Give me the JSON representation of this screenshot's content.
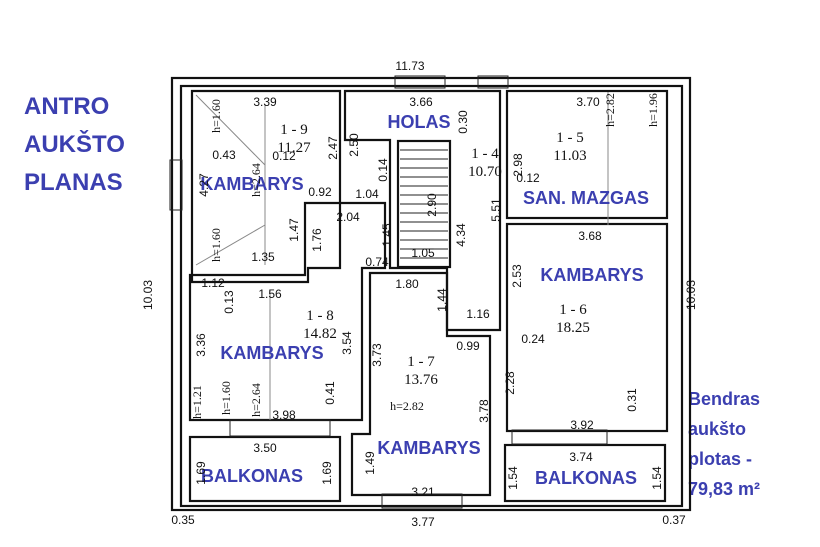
{
  "title": {
    "lines": [
      "ANTRO",
      "AUKŠTO",
      "PLANAS"
    ]
  },
  "total_area": {
    "lines": [
      "Bendras",
      "aukšto",
      "plotas -",
      "79,83 m²"
    ]
  },
  "room_names": [
    "HOLAS",
    "KAMBARYS",
    "SAN. MAZGAS",
    "KAMBARYS",
    "KAMBARYS",
    "KAMBARYS",
    "BALKONAS",
    "BALKONAS"
  ],
  "rooms": [
    {
      "id": "1 - 9",
      "area": "11.27"
    },
    {
      "id": "1 - 4",
      "area": "10.70"
    },
    {
      "id": "1 - 5",
      "area": "11.03"
    },
    {
      "id": "1 - 6",
      "area": "18.25"
    },
    {
      "id": "1 - 8",
      "area": "14.82"
    },
    {
      "id": "1 - 7",
      "area": "13.76"
    }
  ],
  "dims_h": [
    "11.73",
    "3.39",
    "3.66",
    "3.70",
    "0.43",
    "0.12",
    "0.92",
    "1.04",
    "2.04",
    "1.35",
    "1.05",
    "0.74",
    "0.12",
    "3.68",
    "1.12",
    "1.56",
    "1.80",
    "1.16",
    "0.99",
    "0.24",
    "3.98",
    "3.92",
    "3.50",
    "3.74",
    "3.21",
    "3.77",
    "0.35",
    "0.37",
    "h=2.82"
  ],
  "dims_v": [
    "h=1.60",
    "h=1.60",
    "h=2.64",
    "4.27",
    "2.47",
    "2.50",
    "0.30",
    "0.14",
    "2.90",
    "1.45",
    "4.34",
    "2.98",
    "5.51",
    "h=2.82",
    "h=1.96",
    "2.53",
    "1.76",
    "1.47",
    "0.13",
    "3.36",
    "3.54",
    "3.73",
    "1.44",
    "2.28",
    "0.31",
    "0.41",
    "h=1.21",
    "h=1.60",
    "h=2.64",
    "3.78",
    "1.49",
    "1.69",
    "1.69",
    "1.54",
    "1.54",
    "10.03",
    "10.03"
  ],
  "colors": {
    "label_blue": "#3b3fb0",
    "wall": "#111111"
  }
}
